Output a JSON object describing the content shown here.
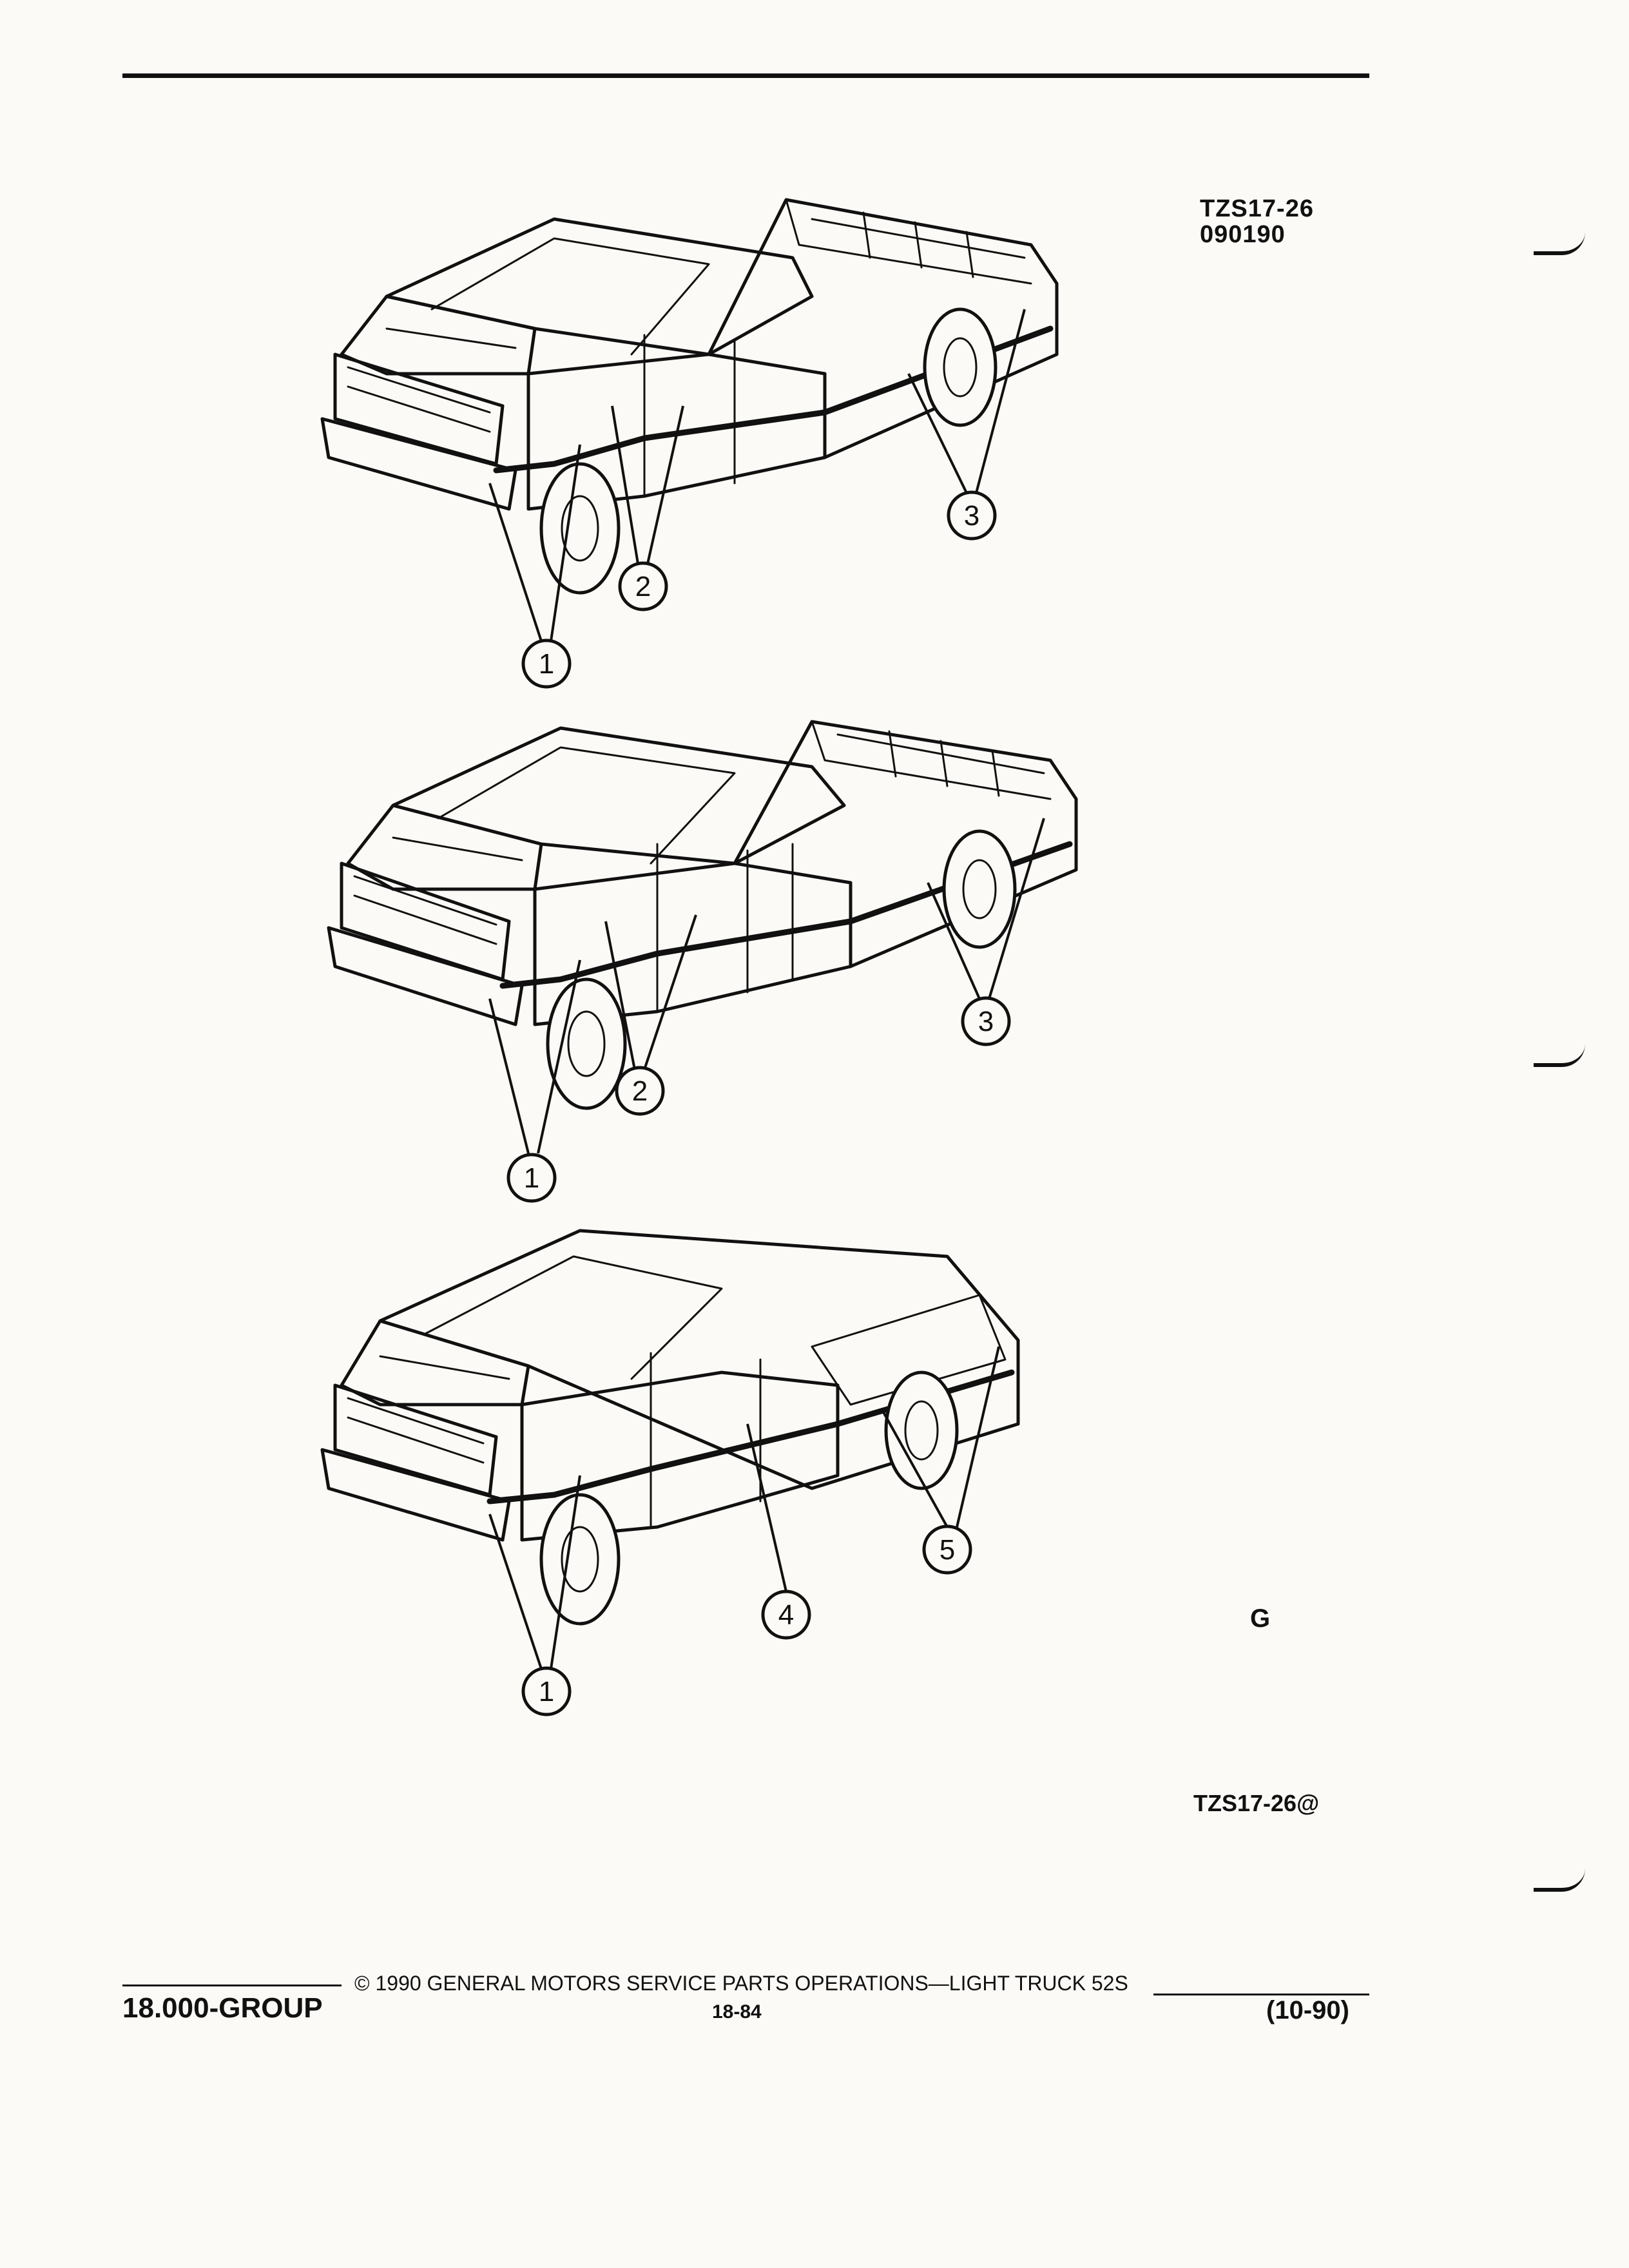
{
  "header": {
    "ref_code_line1": "TZS17-26",
    "ref_code_line2": "090190"
  },
  "figures": [
    {
      "name": "regular-cab-pickup",
      "callouts": [
        "1",
        "2",
        "3"
      ]
    },
    {
      "name": "extended-cab-pickup",
      "callouts": [
        "1",
        "2",
        "3"
      ]
    },
    {
      "name": "blazer-utility",
      "callouts": [
        "1",
        "4",
        "5"
      ]
    }
  ],
  "logo_mark": "G",
  "figure_id": "TZS17-26@",
  "footer": {
    "group": "18.000-GROUP",
    "copyright": "© 1990 GENERAL MOTORS SERVICE PARTS OPERATIONS—LIGHT TRUCK 52S",
    "page": "18-84",
    "date": "(10-90)"
  }
}
